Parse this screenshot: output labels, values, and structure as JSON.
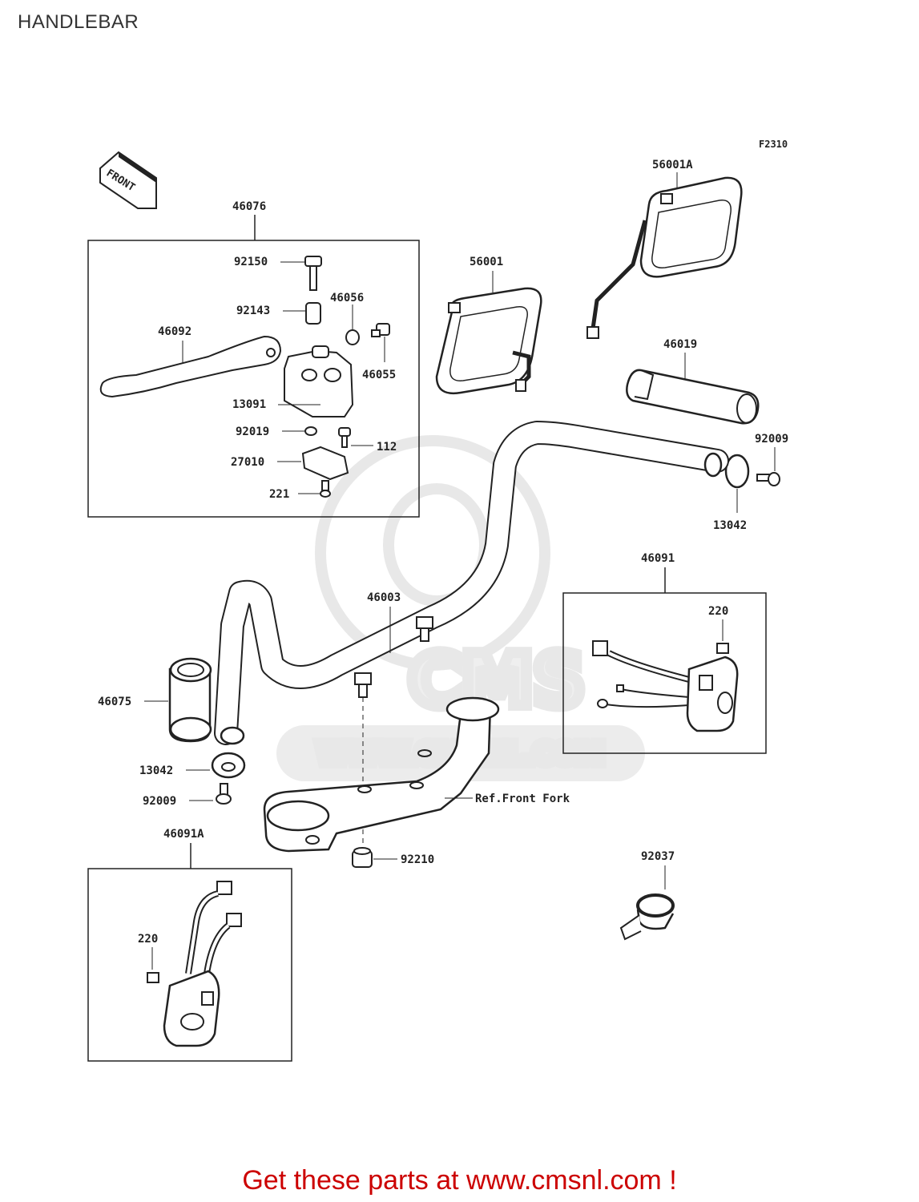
{
  "page": {
    "title": "HANDLEBAR"
  },
  "figure_code": "F2310",
  "front_arrow_label": "FRONT",
  "watermark": "WWW.CMSNL.COM",
  "callouts": {
    "p46076": "46076",
    "p92150": "92150",
    "p92143": "92143",
    "p46056": "46056",
    "p46092": "46092",
    "p46055": "46055",
    "p13091": "13091",
    "p92019": "92019",
    "p112": "112",
    "p27010": "27010",
    "p221": "221",
    "p56001": "56001",
    "p56001A": "56001A",
    "p46019": "46019",
    "p92009_r": "92009",
    "p13042_r": "13042",
    "p46091": "46091",
    "p220_r": "220",
    "p46003": "46003",
    "p46075": "46075",
    "p13042_l": "13042",
    "p92009_l": "92009",
    "ref_front_fork": "Ref.Front Fork",
    "p92210": "92210",
    "p46091A": "46091A",
    "p220_l": "220",
    "p92037": "92037"
  },
  "footer": {
    "text": "Get these parts at www.cmsnl.com !"
  },
  "colors": {
    "line": "#222222",
    "watermark": "#e6e6e6",
    "footer": "#cc0000"
  }
}
